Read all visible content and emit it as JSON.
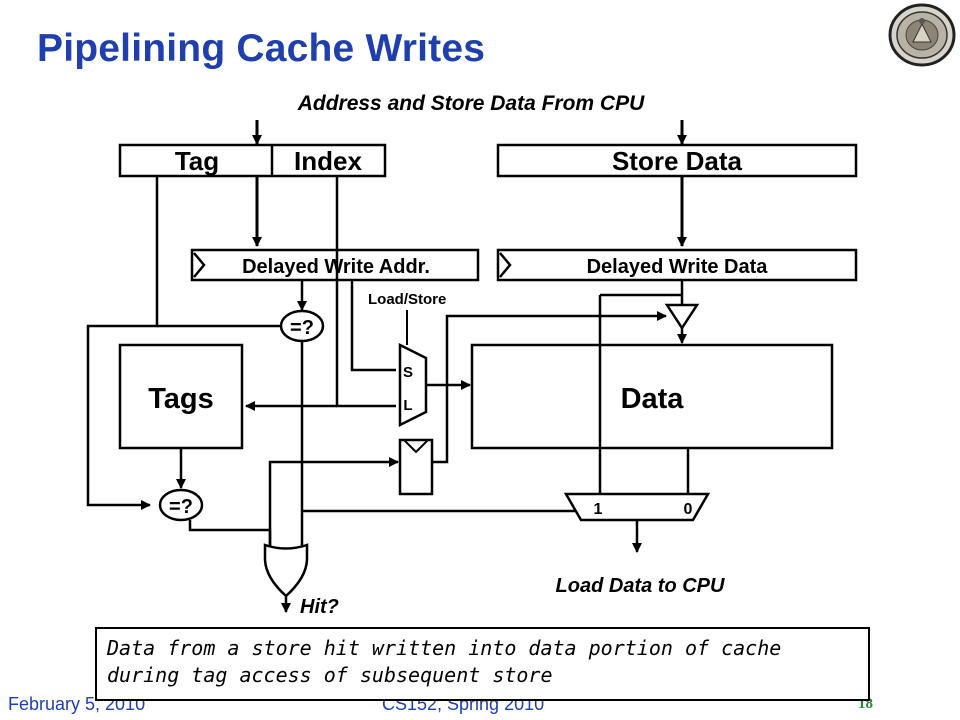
{
  "slide": {
    "title": "Pipelining Cache Writes",
    "footer_date": "February 5, 2010",
    "footer_course": "CS152, Spring 2010",
    "page_number": "18"
  },
  "diagram": {
    "top_label": "Address and Store Data From CPU",
    "addr_tag": "Tag",
    "addr_index": "Index",
    "store_data": "Store Data",
    "delayed_addr": "Delayed Write Addr.",
    "delayed_data": "Delayed Write Data",
    "load_store": "Load/Store",
    "comparator": "=?",
    "tags_array": "Tags",
    "data_array": "Data",
    "mux_s": "S",
    "mux_l": "L",
    "out_mux_1": "1",
    "out_mux_0": "0",
    "hit_label": "Hit?",
    "load_data_label": "Load Data to CPU"
  },
  "note": {
    "line1": "Data from a store hit written into data portion of cache",
    "line2": "during tag access of subsequent store"
  },
  "colors": {
    "title": "#1f3fae",
    "page_number": "#1e8a2e"
  }
}
